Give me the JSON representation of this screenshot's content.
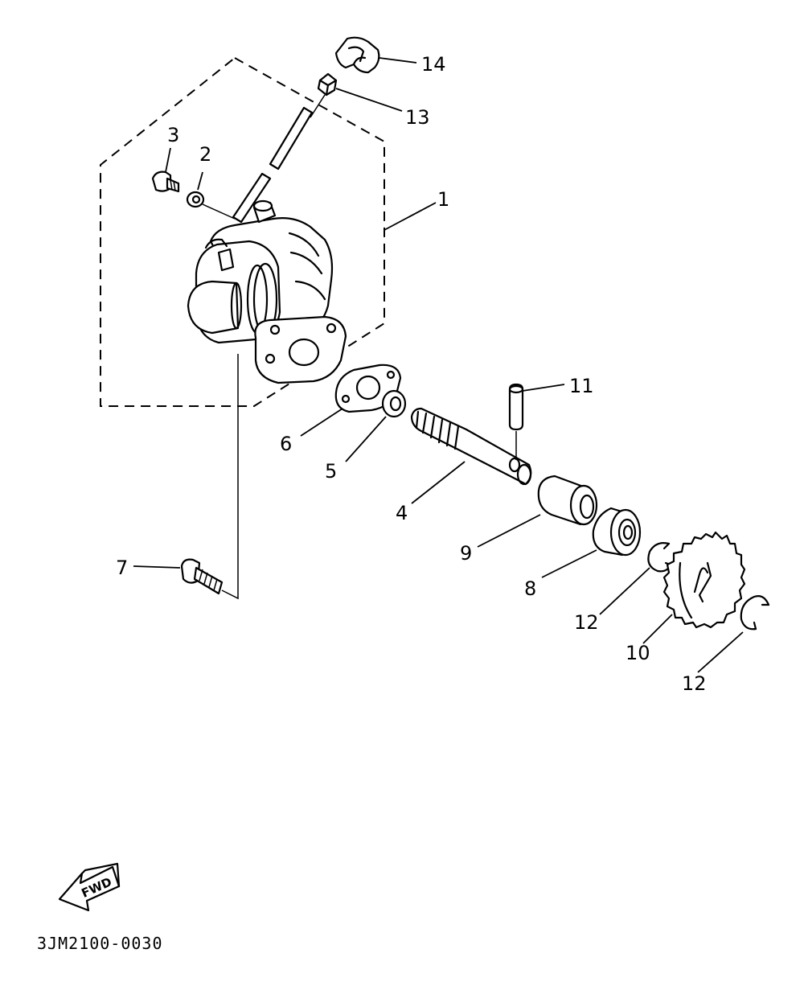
{
  "diagram": {
    "drawing_code": "3JM2100-0030",
    "fwd_label": "FWD",
    "callouts": [
      {
        "id": "1",
        "label": "1"
      },
      {
        "id": "2",
        "label": "2"
      },
      {
        "id": "3",
        "label": "3"
      },
      {
        "id": "4",
        "label": "4"
      },
      {
        "id": "5",
        "label": "5"
      },
      {
        "id": "6",
        "label": "6"
      },
      {
        "id": "7",
        "label": "7"
      },
      {
        "id": "8",
        "label": "8"
      },
      {
        "id": "9",
        "label": "9"
      },
      {
        "id": "10",
        "label": "10"
      },
      {
        "id": "11",
        "label": "11"
      },
      {
        "id": "12a",
        "label": "12"
      },
      {
        "id": "12b",
        "label": "12"
      },
      {
        "id": "13",
        "label": "13"
      },
      {
        "id": "14",
        "label": "14"
      }
    ]
  }
}
